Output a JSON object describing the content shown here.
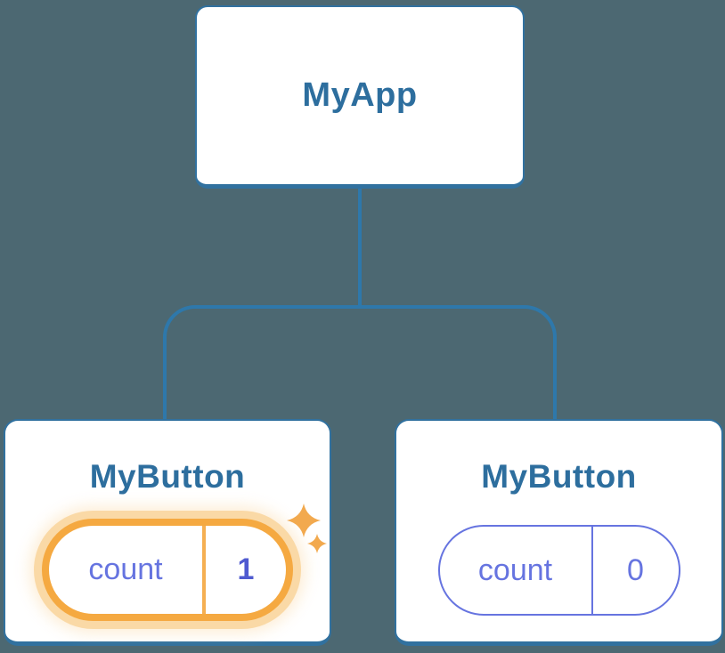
{
  "diagram": {
    "root": {
      "label": "MyApp"
    },
    "children": [
      {
        "label": "MyButton",
        "state_key": "count",
        "state_value": "1",
        "highlighted": true
      },
      {
        "label": "MyButton",
        "state_key": "count",
        "state_value": "0",
        "highlighted": false
      }
    ]
  },
  "colors": {
    "background": "#4C6872",
    "node_fill": "#FFFFFF",
    "node_border": "#31719F",
    "connector_line": "#2E78AB",
    "node_label_text": "#2D6E9E",
    "state_text": "#6674E0",
    "state_value_highlight_text": "#4F5AD0",
    "highlight_border": "#F5A941",
    "highlight_halo": "#FAD9A6",
    "sparkle": "#F2A94E"
  }
}
